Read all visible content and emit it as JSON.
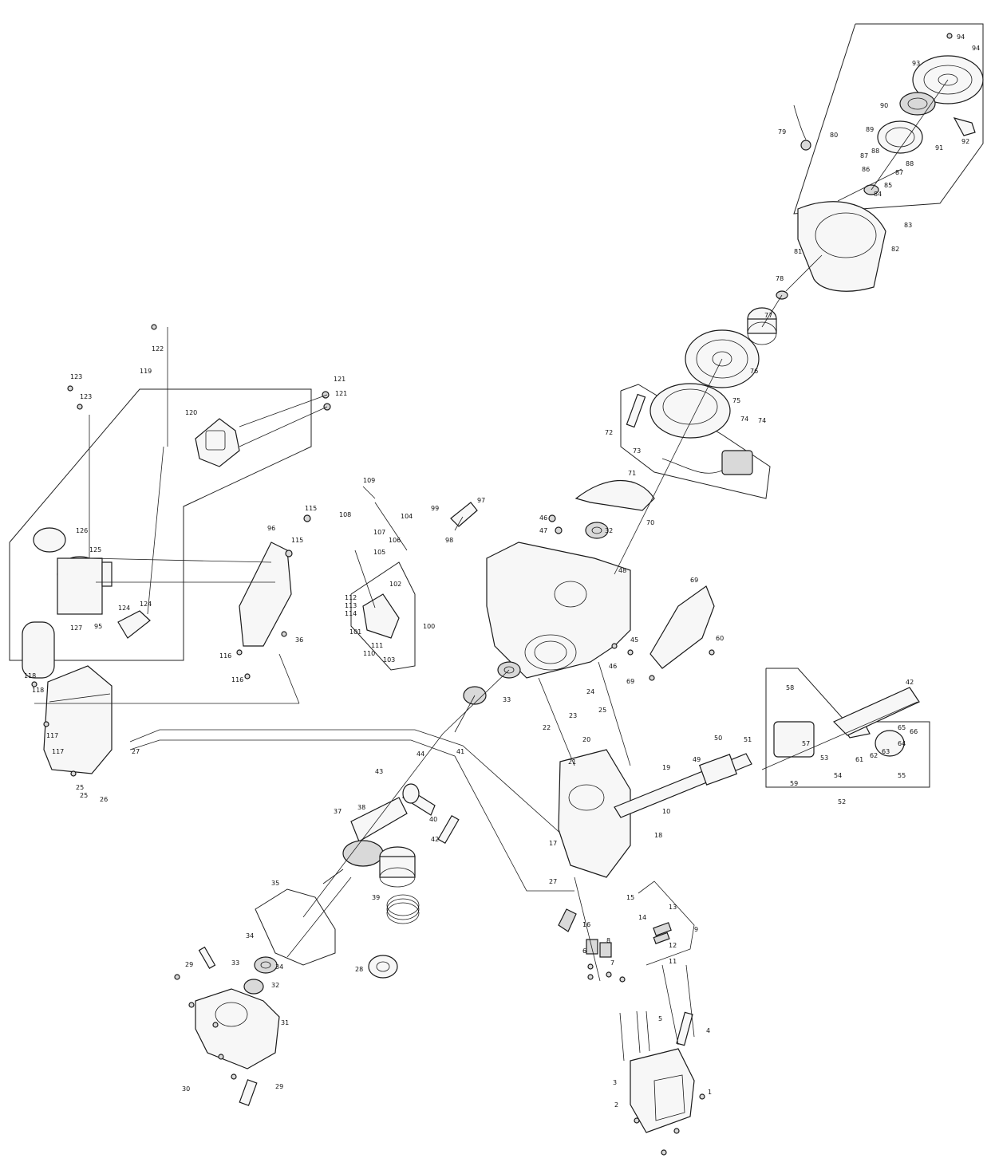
{
  "labels": [
    {
      "id": "l94",
      "text": "94"
    },
    {
      "id": "l94b",
      "text": "94"
    },
    {
      "id": "l93",
      "text": "93"
    },
    {
      "id": "l90",
      "text": "90"
    },
    {
      "id": "l89",
      "text": "89"
    },
    {
      "id": "l91",
      "text": "91"
    },
    {
      "id": "l92",
      "text": "92"
    },
    {
      "id": "l87",
      "text": "87"
    },
    {
      "id": "l88",
      "text": "88"
    },
    {
      "id": "l86",
      "text": "86"
    },
    {
      "id": "l85",
      "text": "85"
    },
    {
      "id": "l84",
      "text": "84"
    },
    {
      "id": "l87b",
      "text": "87"
    },
    {
      "id": "l88b",
      "text": "88"
    },
    {
      "id": "l79",
      "text": "79"
    },
    {
      "id": "l80",
      "text": "80"
    },
    {
      "id": "l83",
      "text": "83"
    },
    {
      "id": "l81",
      "text": "81"
    },
    {
      "id": "l82",
      "text": "82"
    },
    {
      "id": "l78",
      "text": "78"
    },
    {
      "id": "l77",
      "text": "77"
    },
    {
      "id": "l76",
      "text": "76"
    },
    {
      "id": "l75",
      "text": "75"
    },
    {
      "id": "l74",
      "text": "74"
    },
    {
      "id": "l74b",
      "text": "74"
    },
    {
      "id": "l72",
      "text": "72"
    },
    {
      "id": "l73",
      "text": "73"
    },
    {
      "id": "l71",
      "text": "71"
    },
    {
      "id": "l70",
      "text": "70"
    },
    {
      "id": "l46",
      "text": "46"
    },
    {
      "id": "l47",
      "text": "47"
    },
    {
      "id": "l32",
      "text": "32"
    },
    {
      "id": "l48",
      "text": "48"
    },
    {
      "id": "l69",
      "text": "69"
    },
    {
      "id": "l60",
      "text": "60"
    },
    {
      "id": "l45",
      "text": "45"
    },
    {
      "id": "l46b",
      "text": "46"
    },
    {
      "id": "l69b",
      "text": "69"
    },
    {
      "id": "l33",
      "text": "33"
    },
    {
      "id": "l41",
      "text": "41"
    },
    {
      "id": "l22",
      "text": "22"
    },
    {
      "id": "l23",
      "text": "23"
    },
    {
      "id": "l24",
      "text": "24"
    },
    {
      "id": "l21",
      "text": "21"
    },
    {
      "id": "l25",
      "text": "25"
    },
    {
      "id": "l20",
      "text": "20"
    },
    {
      "id": "l19",
      "text": "19"
    },
    {
      "id": "l49",
      "text": "49"
    },
    {
      "id": "l50",
      "text": "50"
    },
    {
      "id": "l51",
      "text": "51"
    },
    {
      "id": "l10",
      "text": "10"
    },
    {
      "id": "l18",
      "text": "18"
    },
    {
      "id": "l17",
      "text": "17"
    },
    {
      "id": "l27",
      "text": "27"
    },
    {
      "id": "l16",
      "text": "16"
    },
    {
      "id": "l42",
      "text": "42"
    },
    {
      "id": "l58",
      "text": "58"
    },
    {
      "id": "l57",
      "text": "57"
    },
    {
      "id": "l53",
      "text": "53"
    },
    {
      "id": "l54",
      "text": "54"
    },
    {
      "id": "l55",
      "text": "55"
    },
    {
      "id": "l61",
      "text": "61"
    },
    {
      "id": "l62",
      "text": "62"
    },
    {
      "id": "l63",
      "text": "63"
    },
    {
      "id": "l64",
      "text": "64"
    },
    {
      "id": "l65",
      "text": "65"
    },
    {
      "id": "l66",
      "text": "66"
    },
    {
      "id": "l52",
      "text": "52"
    },
    {
      "id": "l59",
      "text": "59"
    },
    {
      "id": "l15",
      "text": "15"
    },
    {
      "id": "l14",
      "text": "14"
    },
    {
      "id": "l13",
      "text": "13"
    },
    {
      "id": "l12",
      "text": "12"
    },
    {
      "id": "l11",
      "text": "11"
    },
    {
      "id": "l8",
      "text": "8"
    },
    {
      "id": "l7",
      "text": "7"
    },
    {
      "id": "l6",
      "text": "6"
    },
    {
      "id": "l5",
      "text": "5"
    },
    {
      "id": "l4",
      "text": "4"
    },
    {
      "id": "l3",
      "text": "3"
    },
    {
      "id": "l2",
      "text": "2"
    },
    {
      "id": "l1",
      "text": "1"
    },
    {
      "id": "l9",
      "text": "9"
    },
    {
      "id": "l43",
      "text": "43"
    },
    {
      "id": "l44",
      "text": "44"
    },
    {
      "id": "l37",
      "text": "37"
    },
    {
      "id": "l38",
      "text": "38"
    },
    {
      "id": "l40",
      "text": "40"
    },
    {
      "id": "l39",
      "text": "39"
    },
    {
      "id": "l42b",
      "text": "42"
    },
    {
      "id": "l35",
      "text": "35"
    },
    {
      "id": "l34",
      "text": "34"
    },
    {
      "id": "l34b",
      "text": "34"
    },
    {
      "id": "l33b",
      "text": "33"
    },
    {
      "id": "l32b",
      "text": "32"
    },
    {
      "id": "l31",
      "text": "31"
    },
    {
      "id": "l29",
      "text": "29"
    },
    {
      "id": "l29b",
      "text": "29"
    },
    {
      "id": "l30",
      "text": "30"
    },
    {
      "id": "l28",
      "text": "28"
    },
    {
      "id": "l26",
      "text": "26"
    },
    {
      "id": "l27b",
      "text": "27"
    },
    {
      "id": "l25b",
      "text": "25"
    },
    {
      "id": "l25c",
      "text": "25"
    },
    {
      "id": "l117",
      "text": "117"
    },
    {
      "id": "l117b",
      "text": "117"
    },
    {
      "id": "l118",
      "text": "118"
    },
    {
      "id": "l118b",
      "text": "118"
    },
    {
      "id": "l116",
      "text": "116"
    },
    {
      "id": "l116b",
      "text": "116"
    },
    {
      "id": "l36",
      "text": "36"
    },
    {
      "id": "l95",
      "text": "95"
    },
    {
      "id": "l96",
      "text": "96"
    },
    {
      "id": "l115",
      "text": "115"
    },
    {
      "id": "l115b",
      "text": "115"
    },
    {
      "id": "l119",
      "text": "119"
    },
    {
      "id": "l120",
      "text": "120"
    },
    {
      "id": "l121",
      "text": "121"
    },
    {
      "id": "l121b",
      "text": "121"
    },
    {
      "id": "l122",
      "text": "122"
    },
    {
      "id": "l123",
      "text": "123"
    },
    {
      "id": "l123b",
      "text": "123"
    },
    {
      "id": "l124",
      "text": "124"
    },
    {
      "id": "l124b",
      "text": "124"
    },
    {
      "id": "l125",
      "text": "125"
    },
    {
      "id": "l126",
      "text": "126"
    },
    {
      "id": "l127",
      "text": "127"
    },
    {
      "id": "l109",
      "text": "109"
    },
    {
      "id": "l108",
      "text": "108"
    },
    {
      "id": "l107",
      "text": "107"
    },
    {
      "id": "l106",
      "text": "106"
    },
    {
      "id": "l105",
      "text": "105"
    },
    {
      "id": "l104",
      "text": "104"
    },
    {
      "id": "l97",
      "text": "97"
    },
    {
      "id": "l99",
      "text": "99"
    },
    {
      "id": "l98",
      "text": "98"
    },
    {
      "id": "l112",
      "text": "112"
    },
    {
      "id": "l113",
      "text": "113"
    },
    {
      "id": "l114",
      "text": "114"
    },
    {
      "id": "l101",
      "text": "101"
    },
    {
      "id": "l100",
      "text": "100"
    },
    {
      "id": "l110",
      "text": "110"
    },
    {
      "id": "l111",
      "text": "111"
    },
    {
      "id": "l103",
      "text": "103"
    },
    {
      "id": "l102",
      "text": "102"
    }
  ]
}
